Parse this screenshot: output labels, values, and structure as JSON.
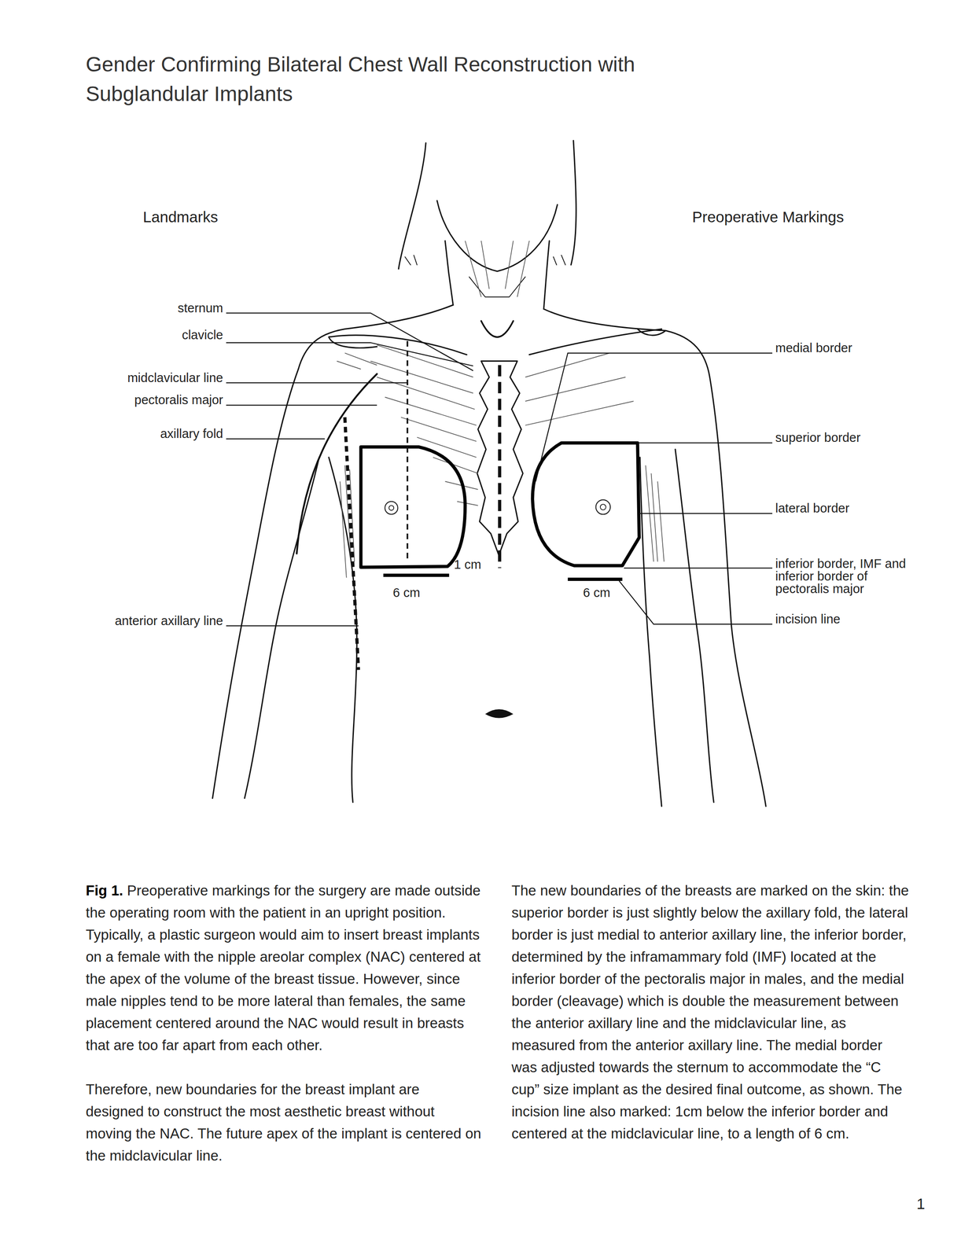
{
  "diagram": {
    "title": "Gender Confirming Bilateral Chest Wall Reconstruction with Subglandular Implants",
    "caption": "Preoperative markings for the surgery are made outside the operating room with the patient in an upright position. Typically, a plastic surgeon would aim to insert breast implants on a female with the nipple areolar complex (NAC) centered at the apex of the volume of the breast tissue. However, since male nipples tend to be more lateral than females, the same placement centered around the NAC would result in breasts that are too far apart from each other.",
    "labels": [
      "Landmarks",
      "Preoperative Markings",
      "sternum",
      "clavicle",
      "midclavicular line",
      "pectoralis major",
      "axillary fold",
      "anterior axillary line",
      "medial border",
      "superior border",
      "lateral border",
      "inferior border, IMF and inferior border of pectoralis major",
      "incision line",
      "1 cm",
      "6 cm",
      "6 cm",
      "Fig 1.",
      "Therefore, new boundaries for the breast implant are designed to construct the most aesthetic breast without moving the NAC. The future apex of the implant is centered on the midclavicular line.",
      "The new boundaries of the breasts are marked on the skin: the superior border is just slightly below the axillary fold, the lateral border is just medial to anterior axillary line, the inferior border, determined by the inframammary fold (IMF) located at the inferior border of the pectoralis major in males, and the medial border (cleavage) which is double the measurement between the anterior axillary line and the midclavicular line, as measured from the anterior axillary line. The medial border was adjusted towards the sternum to accommodate the “C cup” size implant as the desired final outcome, as shown. The incision line also marked: 1cm below the inferior border and centered at the midclavicular line, to a length of 6 cm.",
      "1"
    ]
  }
}
